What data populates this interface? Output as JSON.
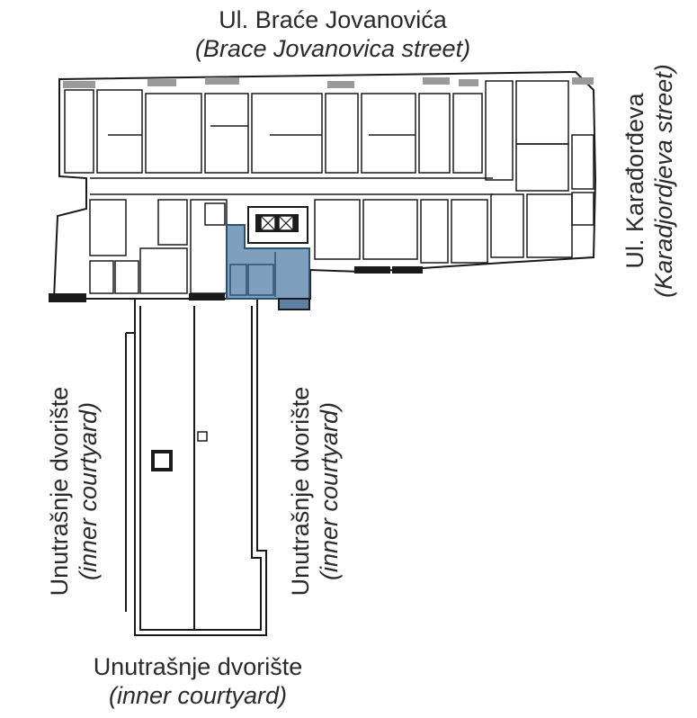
{
  "streets": {
    "top": {
      "name": "Ul. Braće Jovanovića",
      "sub": "(Brace Jovanovica street)"
    },
    "right": {
      "name": "Ul. Karađorđeva",
      "sub": "(Karadjordjeva street)"
    }
  },
  "courtyards": {
    "left": {
      "name": "Unutrašnje dvorište",
      "sub": "(inner courtyard)"
    },
    "middle": {
      "name": "Unutrašnje dvorište",
      "sub": "(inner courtyard)"
    },
    "bottom": {
      "name": "Unutrašnje dvorište",
      "sub": "(inner courtyard)"
    }
  },
  "colors": {
    "highlight_fill": "#7f9fbf",
    "highlight_dark": "#2f4f70",
    "wall": "#1a1a1a",
    "gray_wall": "#9a9a9a"
  }
}
